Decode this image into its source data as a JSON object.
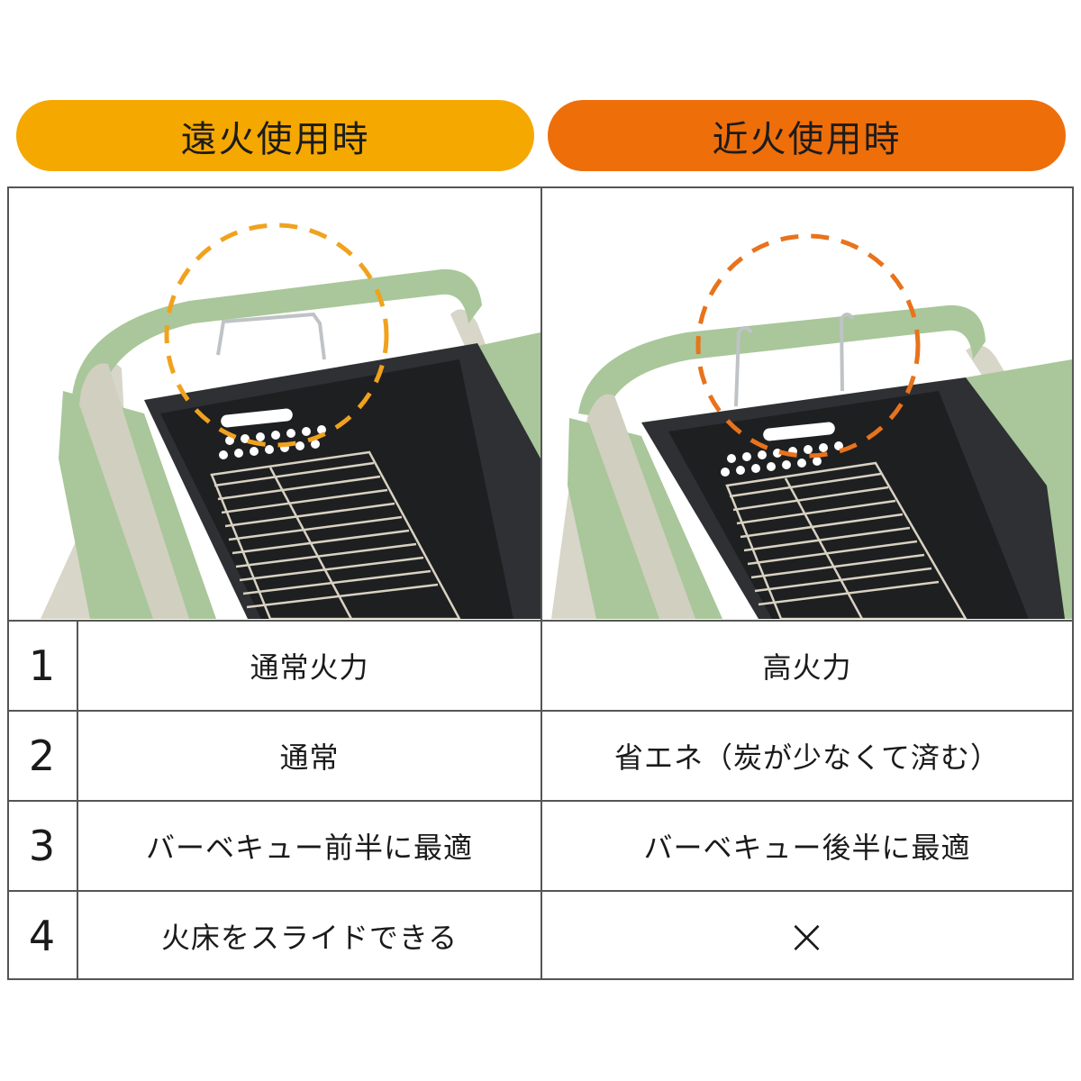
{
  "header": {
    "left_label": "遠火使用時",
    "right_label": "近火使用時",
    "left_color": "#F5A800",
    "right_color": "#EE6E0A"
  },
  "images": {
    "left": {
      "description": "Grill with fire bed hooked low (far-fire position), dashed circle highlighting hook",
      "highlight_color": "#F0A21E"
    },
    "right": {
      "description": "Grill with fire bed hooked on top rail (near-fire position), dashed circle highlighting hooks",
      "highlight_color": "#E8731C"
    }
  },
  "table": {
    "rows": [
      {
        "num": "1",
        "far": "通常火力",
        "near": "高火力"
      },
      {
        "num": "2",
        "far": "通常",
        "near": "省エネ（炭が少なくて済む）"
      },
      {
        "num": "3",
        "far": "バーベキュー前半に最適",
        "near": "バーベキュー後半に最適"
      },
      {
        "num": "4",
        "far": "火床をスライドできる",
        "near": "×"
      }
    ]
  },
  "colors": {
    "frame_green": "#A9C79A",
    "leg_beige": "#D8D6C8",
    "basket_dark": "#2E3033",
    "grate_silver": "#D9D2C2",
    "border": "#555555"
  }
}
